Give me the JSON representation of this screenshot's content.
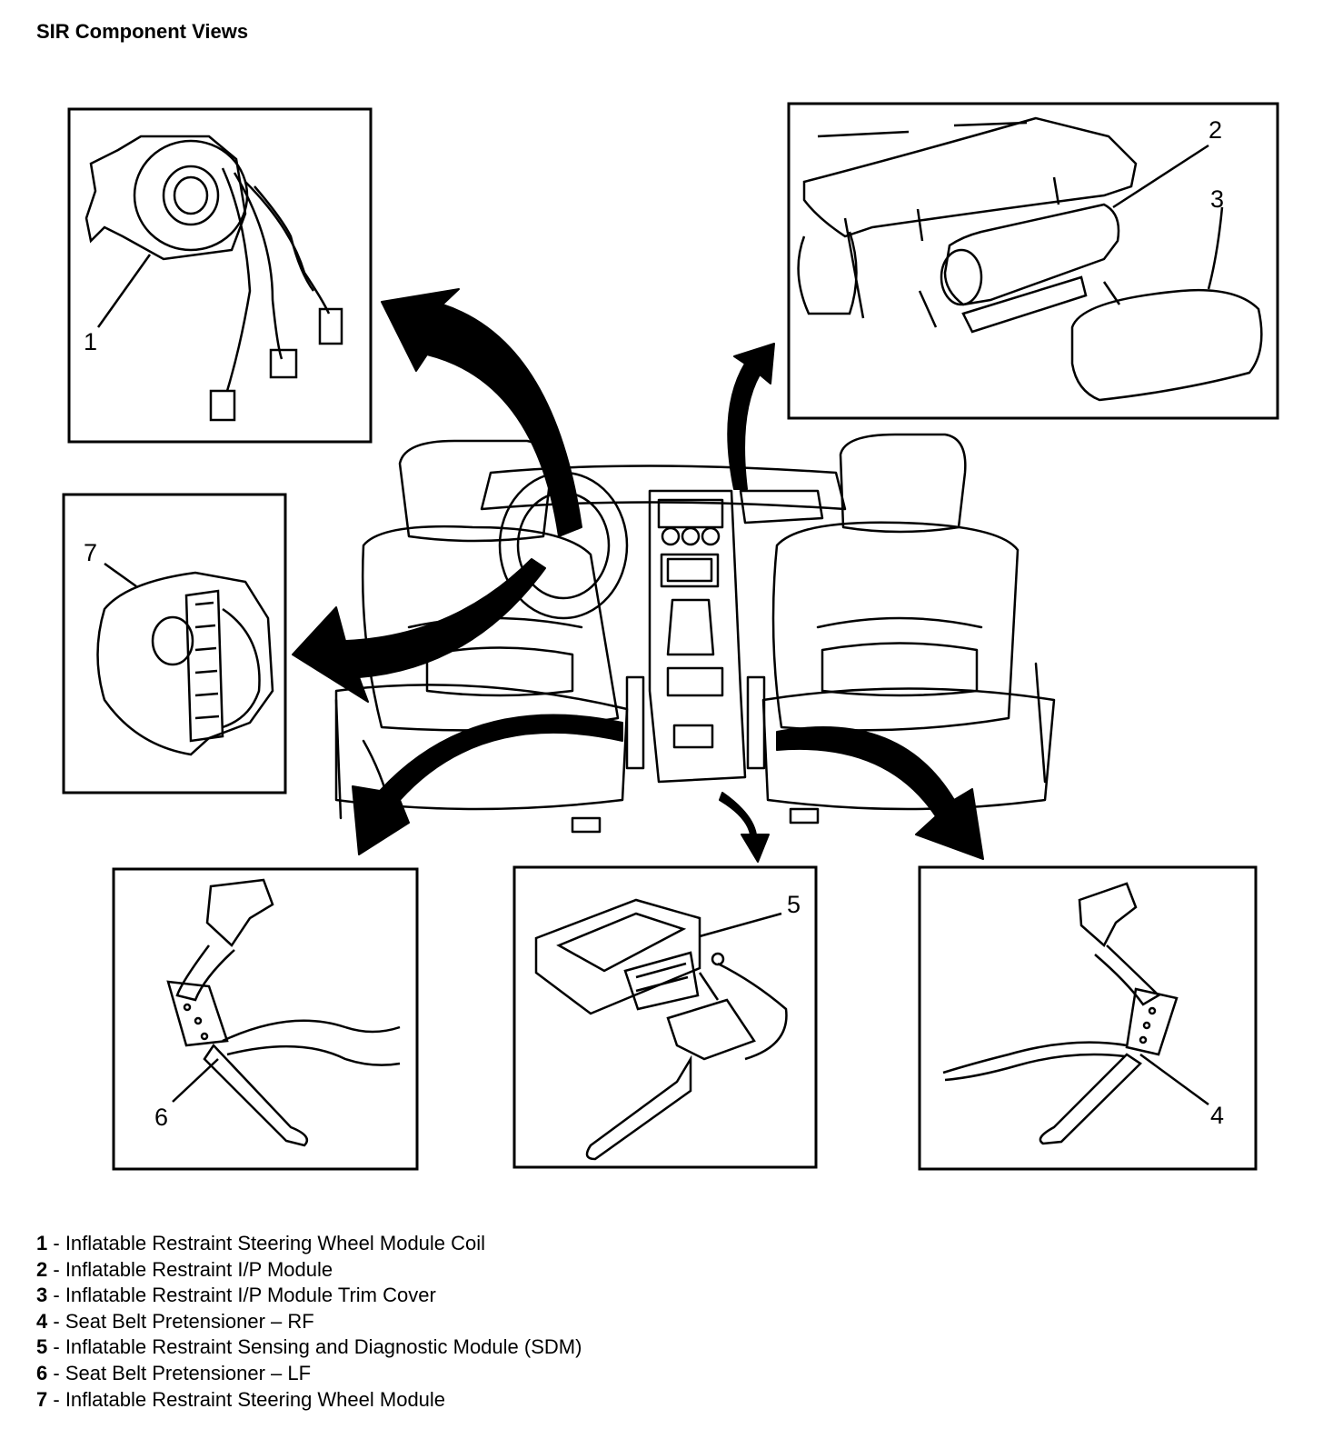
{
  "title": "SIR Component Views",
  "callouts": [
    "1",
    "2",
    "3",
    "4",
    "5",
    "6",
    "7"
  ],
  "legend": [
    {
      "num": "1",
      "sep": " - ",
      "text": "Inflatable Restraint Steering Wheel Module Coil"
    },
    {
      "num": "2",
      "sep": " - ",
      "text": "Inflatable Restraint I/P Module"
    },
    {
      "num": "3",
      "sep": " - ",
      "text": "Inflatable Restraint I/P Module Trim Cover"
    },
    {
      "num": "4",
      "sep": " - ",
      "text": "Seat Belt Pretensioner – RF"
    },
    {
      "num": "5",
      "sep": " - ",
      "text": "Inflatable Restraint Sensing and Diagnostic Module (SDM)"
    },
    {
      "num": "6",
      "sep": " - ",
      "text": "Seat Belt Pretensioner – LF"
    },
    {
      "num": "7",
      "sep": " - ",
      "text": "Inflatable Restraint Steering Wheel Module"
    }
  ]
}
